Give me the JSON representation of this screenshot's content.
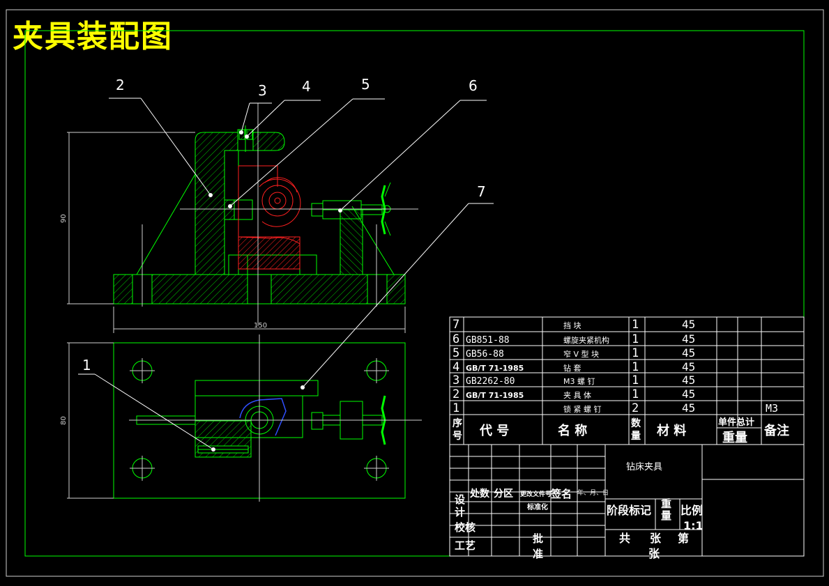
{
  "title": "夹具装配图",
  "balloons": [
    "1",
    "2",
    "3",
    "4",
    "5",
    "6",
    "7"
  ],
  "dimensions": {
    "height_front": "90",
    "width_front": "150",
    "height_top": "80"
  },
  "bom": {
    "rows": [
      {
        "no": "7",
        "code": "",
        "name": "挡  块",
        "qty": "1",
        "material": "45",
        "note": ""
      },
      {
        "no": "6",
        "code": "GB851-88",
        "name": "螺旋夹紧机构",
        "qty": "1",
        "material": "45",
        "note": ""
      },
      {
        "no": "5",
        "code": "GB56-88",
        "name": "窄 V 型 块",
        "qty": "1",
        "material": "45",
        "note": ""
      },
      {
        "no": "4",
        "code": "GB/T 71-1985",
        "name": "钻  套",
        "qty": "1",
        "material": "45",
        "note": ""
      },
      {
        "no": "3",
        "code": "GB2262-80",
        "name": "M3  螺  钉",
        "qty": "1",
        "material": "45",
        "note": ""
      },
      {
        "no": "2",
        "code": "GB/T 71-1985",
        "name": "夹  具  体",
        "qty": "1",
        "material": "45",
        "note": ""
      },
      {
        "no": "1",
        "code": "",
        "name": "锁  紧  螺  钉",
        "qty": "2",
        "material": "45",
        "note": "M3"
      }
    ],
    "header": {
      "no": "序号",
      "code": "代    号",
      "name": "名    称",
      "qty": "数量",
      "material": "材    料",
      "unit_total": "单件总计",
      "weight": "重量",
      "note": "备注"
    }
  },
  "titleblock": {
    "drawing_name": "钻床夹具",
    "revision_labels": [
      "处数",
      "分区",
      "更改文件号",
      "签名",
      "年、月、日"
    ],
    "design": "设计",
    "standard": "标准化",
    "check": "校核",
    "process": "工艺",
    "approve": "批准",
    "stage_mark": "阶段标记",
    "weight": "重量",
    "scale_label": "比例",
    "scale_value": "1:1",
    "total": "共",
    "sheet": "张",
    "no": "第",
    "sheet2": "张"
  }
}
